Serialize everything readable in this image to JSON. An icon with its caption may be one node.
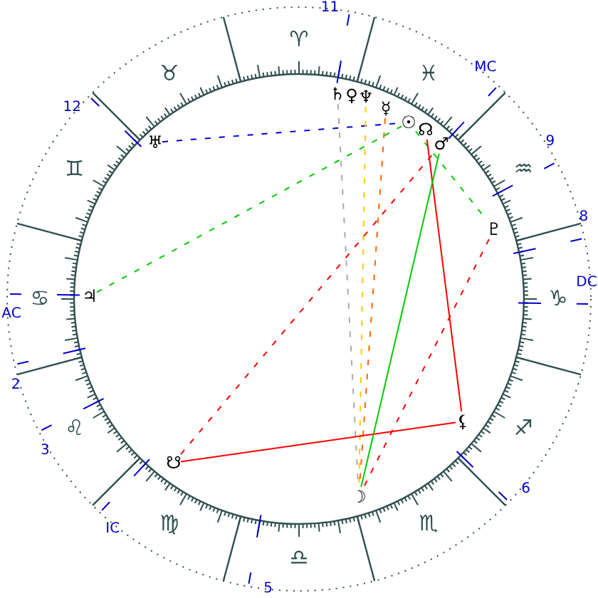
{
  "diagram": {
    "nodes": [
      {
        "text": [
          "♄"
        ]
      },
      {
        "text": [
          "♀"
        ]
      },
      {
        "text": [
          "♆"
        ]
      },
      {
        "text": [
          "☿"
        ]
      },
      {
        "text": [
          "☉"
        ]
      },
      {
        "text": [
          "☊"
        ]
      },
      {
        "text": [
          "♅"
        ]
      },
      {
        "text": [
          "♂"
        ]
      },
      {
        "text": [
          "♇"
        ]
      },
      {
        "text": [
          "♃"
        ]
      },
      {
        "text": [
          "⚸"
        ]
      },
      {
        "text": [
          "☋"
        ]
      },
      {
        "text": [
          "☽"
        ]
      }
    ],
    "edges": [
      {
        "from": 6,
        "to": 4,
        "arrow": "none",
        "style": "dashed",
        "color": "#0000cc"
      },
      {
        "from": 9,
        "to": 4,
        "arrow": "none",
        "style": "dashed",
        "color": "#00cc00"
      },
      {
        "from": 4,
        "to": 8,
        "arrow": "none",
        "style": "dashed",
        "color": "#00cc00"
      },
      {
        "from": 2,
        "to": 12,
        "arrow": "none",
        "style": "dashed",
        "color": "#ffcc00"
      },
      {
        "from": 0,
        "to": 12,
        "arrow": "none",
        "style": "dashed",
        "color": "#aaaaaa"
      },
      {
        "from": 3,
        "to": 12,
        "arrow": "none",
        "style": "dashed",
        "color": "#ff6600"
      },
      {
        "from": 5,
        "to": 10,
        "arrow": "none",
        "color": "#ff0000"
      },
      {
        "from": 10,
        "to": 11,
        "arrow": "none",
        "color": "#ff0000"
      },
      {
        "from": 11,
        "to": 7,
        "arrow": "none",
        "style": "dashed",
        "color": "#ff0000"
      },
      {
        "from": 8,
        "to": 12,
        "arrow": "none",
        "style": "dashed",
        "color": "#ff0000"
      },
      {
        "from": 7,
        "to": 12,
        "arrow": "none",
        "color": "#00cc00"
      }
    ],
    "labels": [
      "♈",
      "♉",
      "♊",
      "♋",
      "♌",
      "♍",
      "♎",
      "♏",
      "♐",
      "♑",
      "♒",
      "♓",
      "11",
      "12",
      "AC",
      "2",
      "3",
      "IC",
      "5",
      "6",
      "DC",
      "8",
      "9",
      "MC"
    ]
  }
}
